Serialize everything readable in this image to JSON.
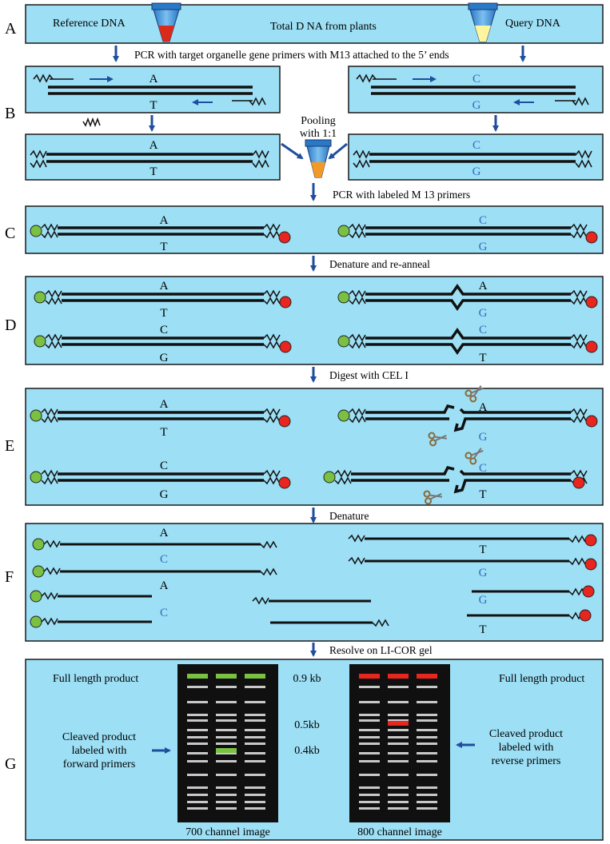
{
  "colors": {
    "panel_fill": "#9ddff5",
    "panel_stroke": "#1a1a1a",
    "arrow": "#1f4e9e",
    "reference_base": "#111111",
    "query_base": "#2f6fbd",
    "label_700": "#7ac142",
    "label_800": "#e8251f",
    "gel_bg": "#101010",
    "gel_band": "#c8c8c8"
  },
  "panel_labels": [
    "A",
    "B",
    "C",
    "D",
    "E",
    "F",
    "G"
  ],
  "panel_a": {
    "reference": "Reference DNA",
    "total": "Total D NA from plants",
    "query": "Query DNA"
  },
  "steps": {
    "pcr_organelle": "PCR with target organelle gene primers with M13 attached to the 5’ ends",
    "pooling_line1": "Pooling",
    "pooling_line2": "with 1:1",
    "pcr_labeled": "PCR with labeled M 13 primers",
    "denature_reanneal": "Denature and re-anneal",
    "digest": "Digest with CEL I",
    "denature": "Denature",
    "resolve": "Resolve on LI-COR gel"
  },
  "bases": {
    "A": "A",
    "T": "T",
    "C": "C",
    "G": "G"
  },
  "gel": {
    "full_length_left": "Full length product",
    "full_length_right": "Full length product",
    "cleaved_forward": [
      "Cleaved product",
      "labeled with",
      "forward primers"
    ],
    "cleaved_reverse": [
      "Cleaved product",
      "labeled with",
      "reverse primers"
    ],
    "size_09": "0.9 kb",
    "size_05": "0.5kb",
    "size_04": "0.4kb",
    "caption_700": "700 channel image",
    "caption_800": "800 channel image"
  }
}
